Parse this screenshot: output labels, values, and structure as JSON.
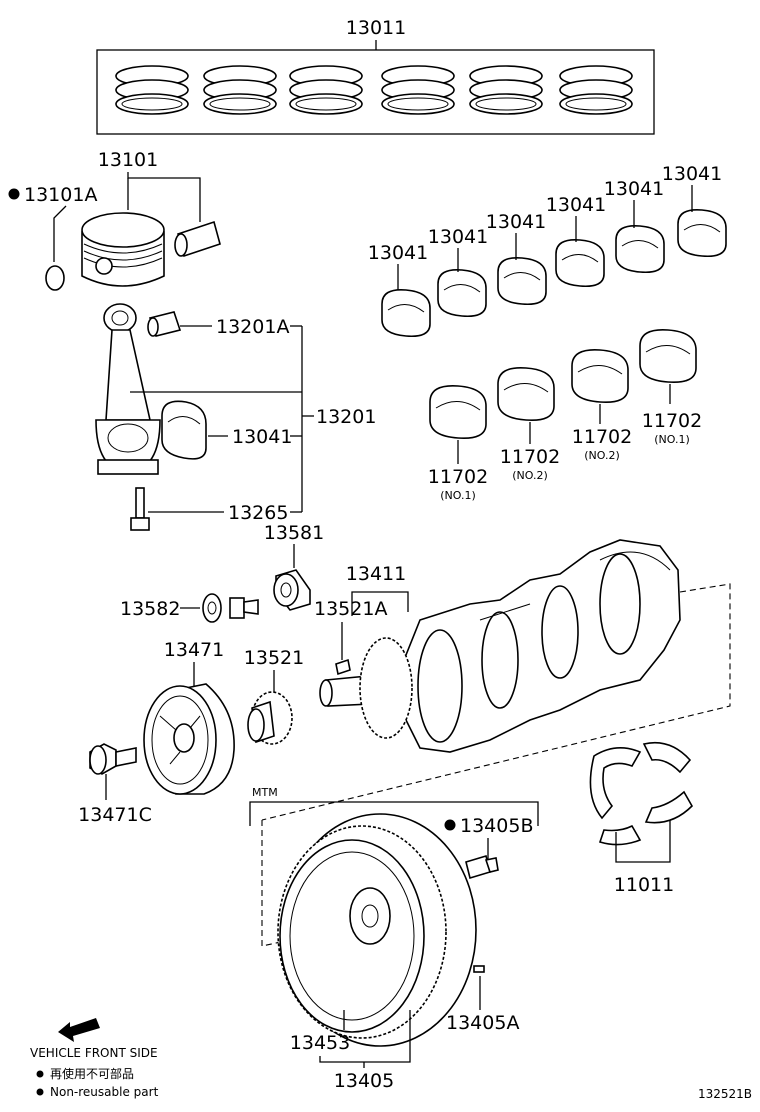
{
  "labels": {
    "piston_ring_set": "13011",
    "piston_sub_assy": "13101",
    "snap_ring": "13101A",
    "bushing": "13201A",
    "conrod_assy": "13201",
    "conrod_bearing": "13041",
    "conrod_bolt": "13265",
    "crank_bearing_upper_1": "13041",
    "crank_bearing_upper_2": "13041",
    "crank_bearing_upper_3": "13041",
    "crank_bearing_upper_4": "13041",
    "crank_bearing_upper_5": "13041",
    "crank_bearing_upper_6": "13041",
    "main_bearing_a": "11702",
    "main_bearing_a_note": "(NO.1)",
    "main_bearing_b": "11702",
    "main_bearing_b_note": "(NO.2)",
    "main_bearing_c": "11702",
    "main_bearing_c_note": "(NO.2)",
    "main_bearing_d": "11702",
    "main_bearing_d_note": "(NO.1)",
    "crank_washer": "13581",
    "pulley_bolt_washer": "13582",
    "crankshaft": "13411",
    "key": "13521A",
    "pulley": "13471",
    "timing_gear": "13521",
    "pulley_bolt": "13471C",
    "thrust_washer_set": "11011",
    "mtm": "MTM",
    "flywheel_bolt": "13405B",
    "knock_pin": "13405A",
    "ring_gear": "13453",
    "flywheel_assy": "13405"
  },
  "legend": {
    "direction": "VEHICLE FRONT SIDE",
    "non_reusable_jp": "再使用不可部品",
    "non_reusable_en": "Non-reusable part"
  },
  "diagram_id": "132521B",
  "icons": {
    "non_reusable_marker": "black-dot-icon",
    "front_arrow": "arrow-left-icon"
  }
}
